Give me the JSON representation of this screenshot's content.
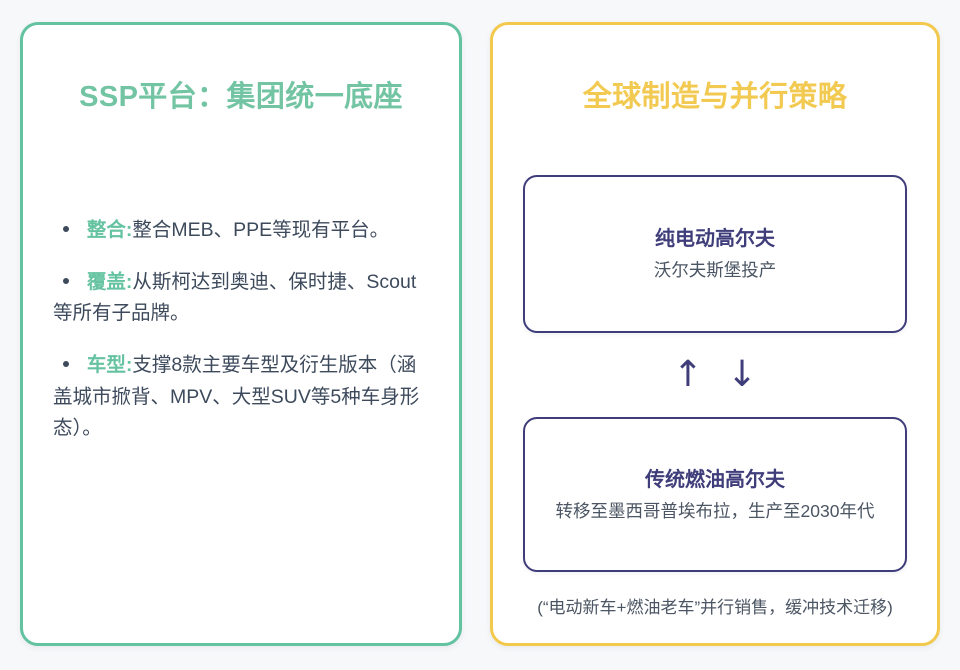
{
  "theme": {
    "background": "#f7f8fa",
    "card_surface": "#ffffff",
    "green_accent": "#63c2a0",
    "green_title": "#72c4a3",
    "yellow_accent": "#f2c94c",
    "yellow_title": "#f2ca52",
    "purple_accent": "#3f3d7a",
    "body_text": "#3d4a5c"
  },
  "left_card": {
    "title": "SSP平台：集团统一底座",
    "bullets": [
      {
        "marker": "•",
        "label": "整合:",
        "text": "整合MEB、PPE等现有平台。"
      },
      {
        "marker": "•",
        "label": "覆盖:",
        "text": "从斯柯达到奥迪、保时捷、Scout等所有子品牌。"
      },
      {
        "marker": "•",
        "label": "车型:",
        "text": "支撑8款主要车型及衍生版本（涵盖城市掀背、MPV、大型SUV等5种车身形态）。"
      }
    ]
  },
  "right_card": {
    "title": "全球制造与并行策略",
    "nodes": [
      {
        "title": "纯电动高尔夫",
        "subtitle": "沃尔夫斯堡投产"
      },
      {
        "title": "传统燃油高尔夫",
        "subtitle": "转移至墨西哥普埃布拉，生产至2030年代"
      }
    ],
    "connector": {
      "up_arrow": "↑",
      "down_arrow": "↓"
    },
    "footnote": "(“电动新车+燃油老车”并行销售，缓冲技术迁移)"
  }
}
